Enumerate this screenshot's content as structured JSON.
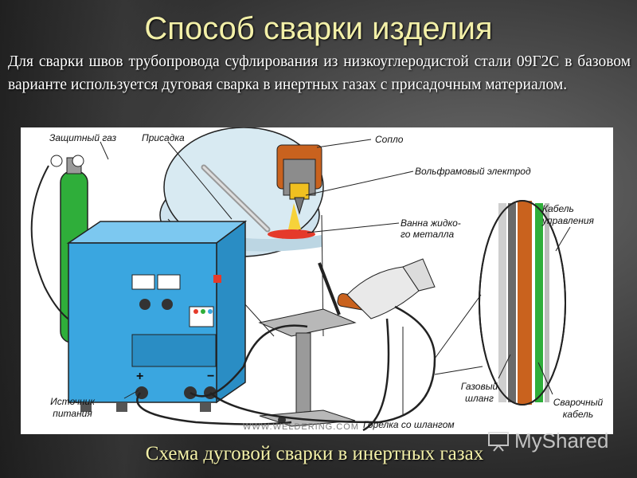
{
  "title": "Способ сварки изделия",
  "intro": "Для сварки швов трубопровода суфлирования из низкоуглеродистой стали 09Г2С в базовом варианте используется дуговая сварка в инертных газах с присадочным материалом.",
  "labels": {
    "shield_gas": "Защитный газ",
    "filler": "Присадка",
    "nozzle": "Сопло",
    "tungsten": "Вольфрамовый электрод",
    "pool_1": "Ванна жидко-",
    "pool_2": "го металла",
    "control_cable_1": "Кабель",
    "control_cable_2": "управления",
    "gas_hose_1": "Газовый",
    "gas_hose_2": "шланг",
    "weld_cable_1": "Сварочный",
    "weld_cable_2": "кабель",
    "power_1": "Источник",
    "power_2": "питания",
    "torch": "Горелка со шлангом",
    "plus": "+",
    "minus": "−"
  },
  "watermark": "WWW.WELDERING.COM",
  "caption": "Схема дуговой сварки в инертных газах",
  "logo": "MyShared",
  "colors": {
    "title": "#f3f0a8",
    "machine": "#3aa6e0",
    "cylinder": "#2fae3a",
    "nozzle": "#c9621e",
    "arc": "#f6d23a",
    "pool": "#e53a2a"
  }
}
